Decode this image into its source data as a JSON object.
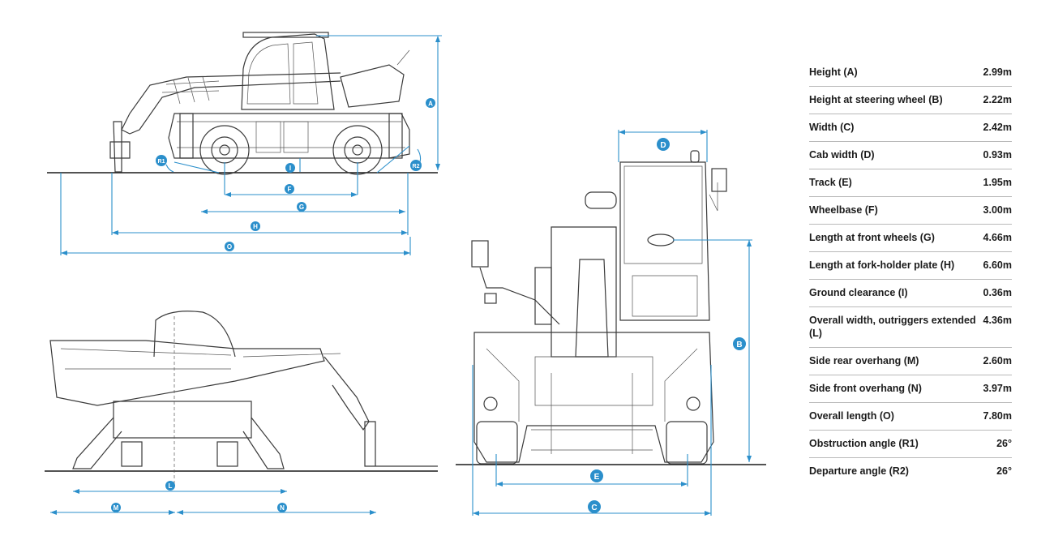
{
  "diagram": {
    "colors": {
      "dimension": "#2b8fcb",
      "machine": "#3a3a3a",
      "ground": "#1a1a1a",
      "text": "#1b1b1b",
      "divider": "#b9b9b9"
    },
    "views": {
      "side": {
        "badges": [
          "A",
          "R1",
          "R2",
          "I",
          "F",
          "G",
          "H",
          "O"
        ]
      },
      "front": {
        "badges": [
          "D",
          "B",
          "E",
          "C"
        ]
      },
      "outriggers": {
        "badges": [
          "L",
          "M",
          "N"
        ]
      }
    }
  },
  "specs": {
    "rows": [
      {
        "label": "Height (A)",
        "value": "2.99m"
      },
      {
        "label": "Height at steering wheel (B)",
        "value": "2.22m"
      },
      {
        "label": "Width (C)",
        "value": "2.42m"
      },
      {
        "label": "Cab width (D)",
        "value": "0.93m"
      },
      {
        "label": "Track (E)",
        "value": "1.95m"
      },
      {
        "label": "Wheelbase (F)",
        "value": "3.00m"
      },
      {
        "label": "Length at front wheels (G)",
        "value": "4.66m"
      },
      {
        "label": "Length at fork-holder plate (H)",
        "value": "6.60m"
      },
      {
        "label": "Ground clearance (I)",
        "value": "0.36m"
      },
      {
        "label": "Overall width, outriggers extended (L)",
        "value": "4.36m"
      },
      {
        "label": "Side rear overhang (M)",
        "value": "2.60m"
      },
      {
        "label": "Side front overhang (N)",
        "value": "3.97m"
      },
      {
        "label": "Overall length (O)",
        "value": "7.80m"
      },
      {
        "label": "Obstruction angle (R1)",
        "value": "26°"
      },
      {
        "label": "Departure angle (R2)",
        "value": "26°"
      }
    ]
  }
}
